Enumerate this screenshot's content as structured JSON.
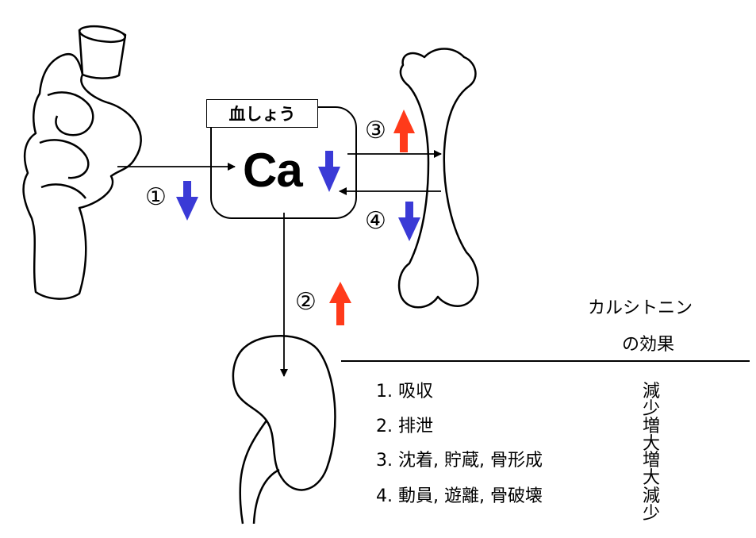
{
  "diagram": {
    "plasma_label": "血しょう",
    "calcium_label": "Ca",
    "markers": {
      "m1": "①",
      "m2": "②",
      "m3": "③",
      "m4": "④"
    },
    "colors": {
      "down_arrow": "#3a3ad6",
      "up_arrow": "#ff3a1a",
      "line": "#000000"
    }
  },
  "effects_table": {
    "title_line1": "カルシトニン",
    "title_line2": "の効果",
    "rows": [
      {
        "item": "1. 吸収",
        "effect": "減少"
      },
      {
        "item": "2. 排泄",
        "effect": "増大"
      },
      {
        "item": "3. 沈着, 貯蔵, 骨形成",
        "effect": "増大"
      },
      {
        "item": "4. 動員, 遊離, 骨破壊",
        "effect": "減少"
      }
    ]
  }
}
